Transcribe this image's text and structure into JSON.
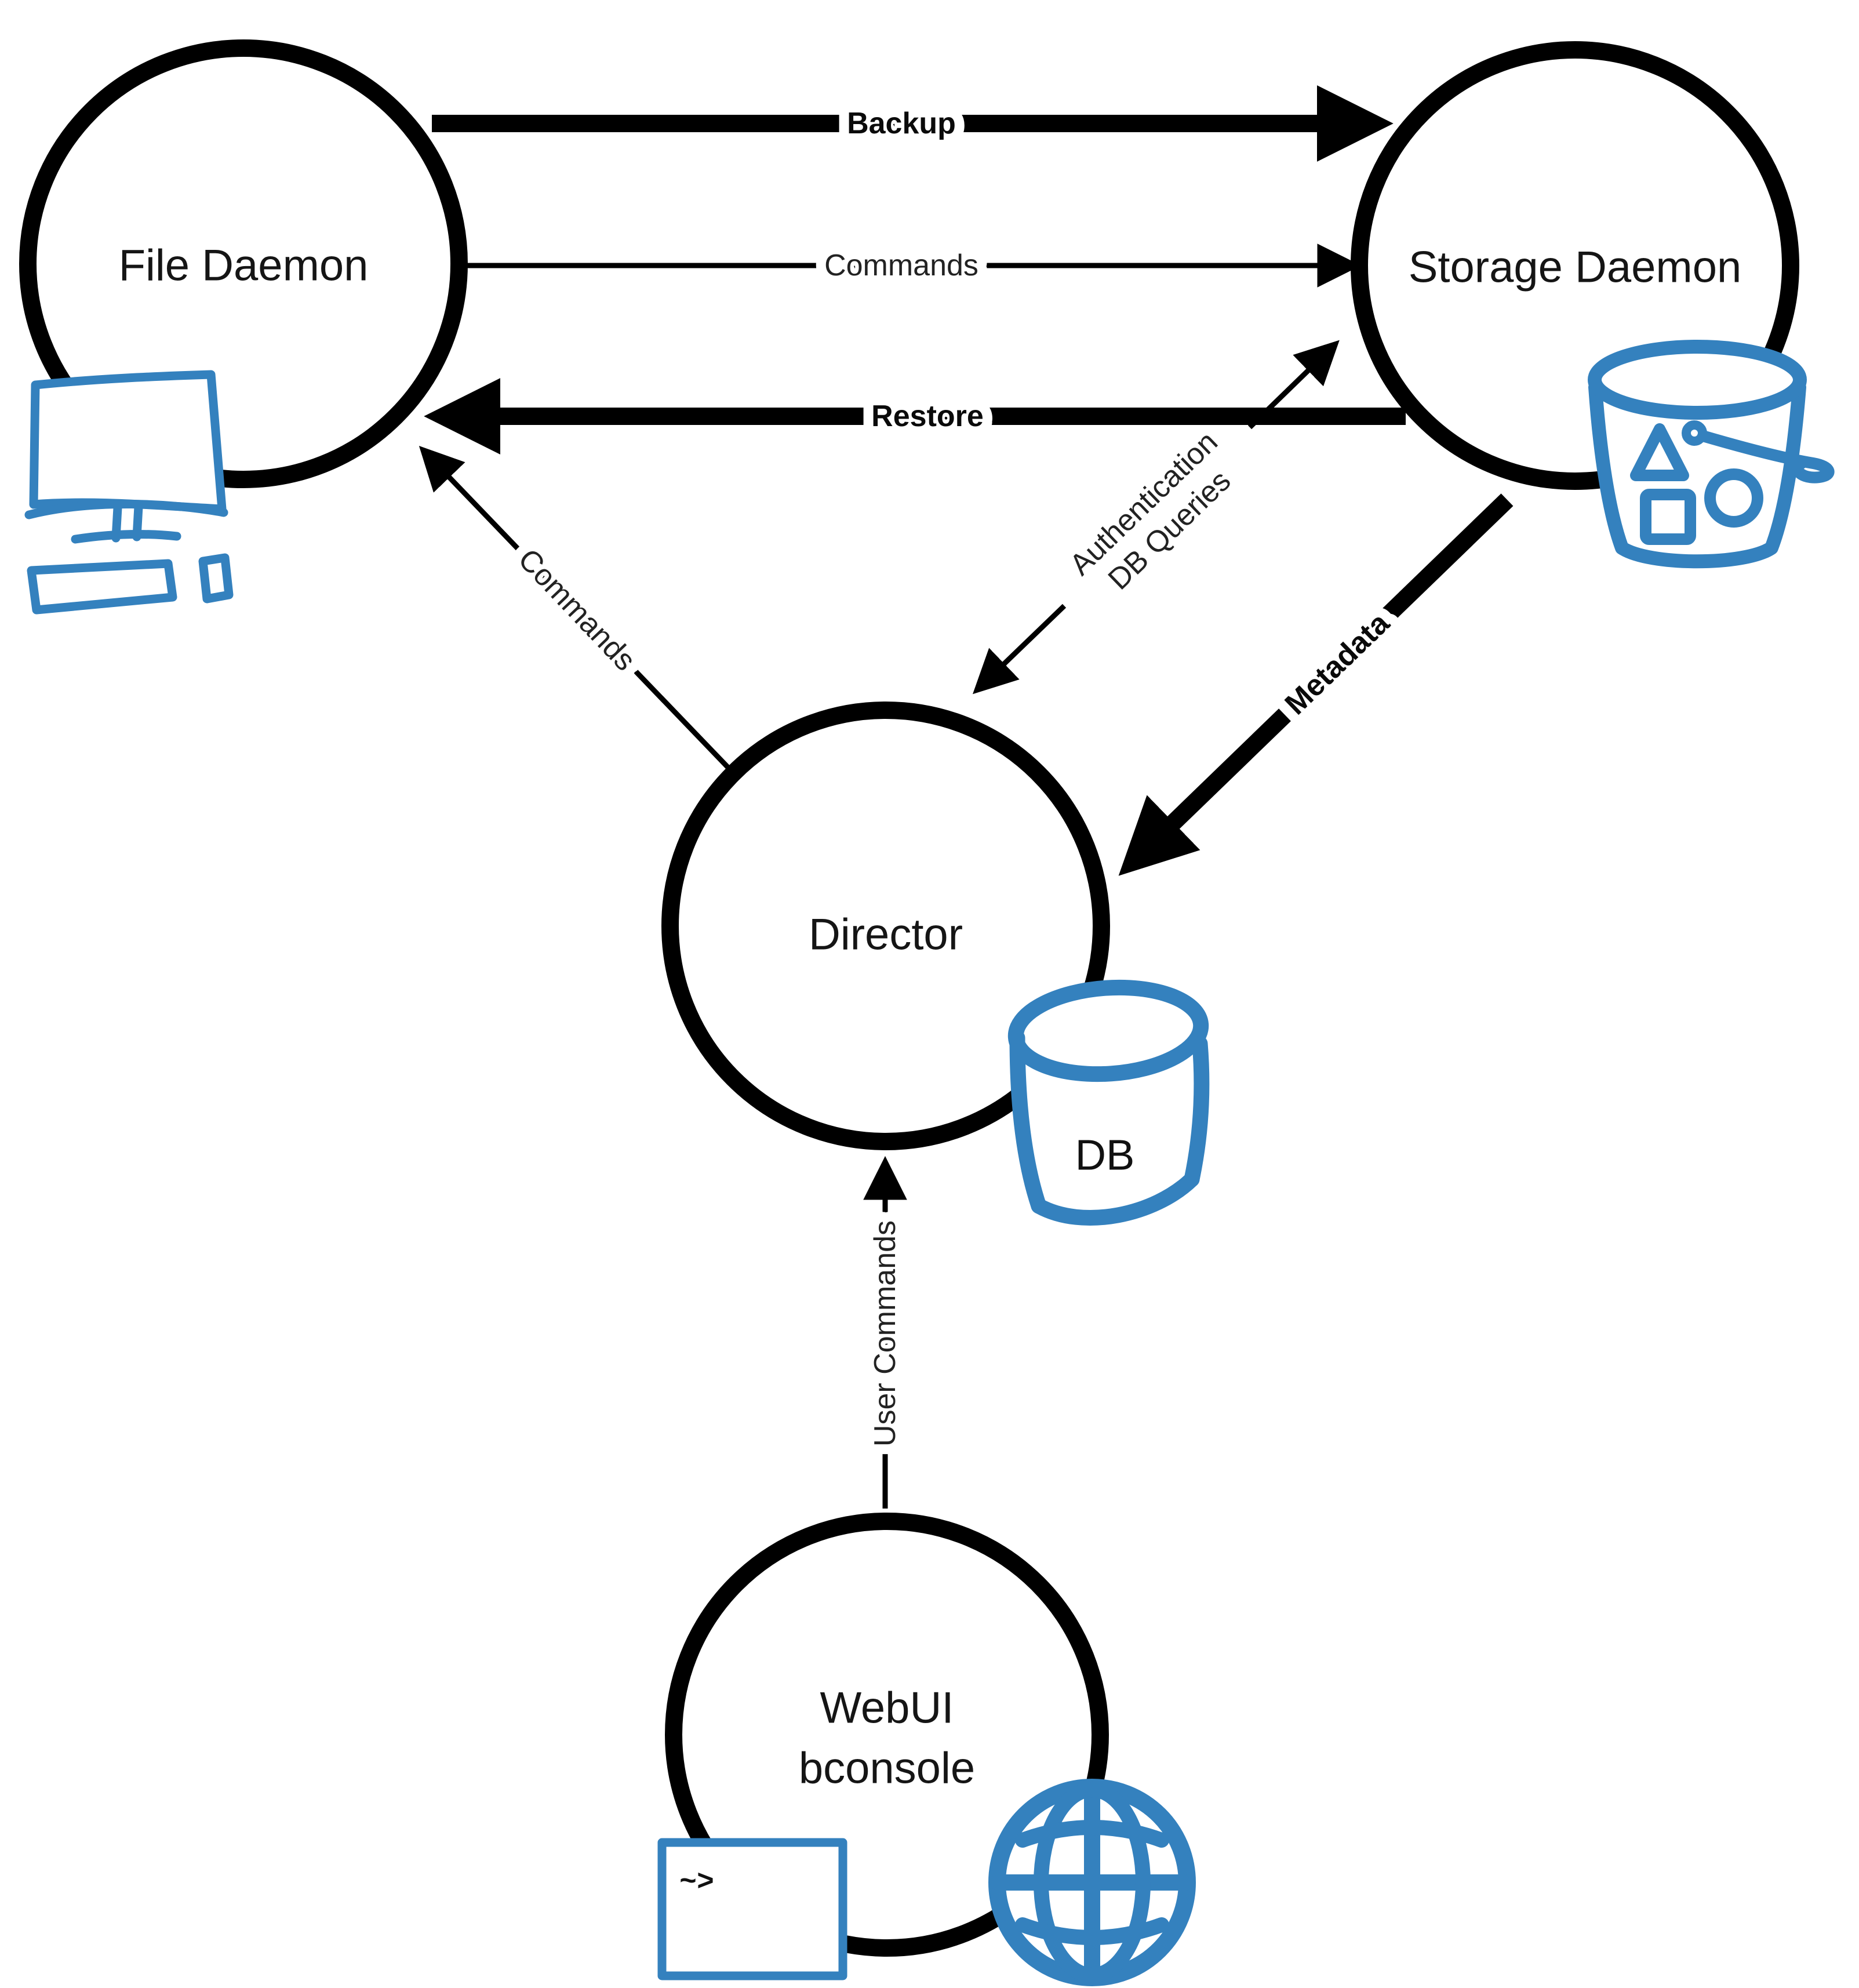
{
  "diagram": {
    "colors": {
      "background": "#ffffff",
      "line": "#000000",
      "icon_blue": "#3481be",
      "text": "#151515"
    }
  },
  "nodes": {
    "file_daemon": {
      "label": "File Daemon"
    },
    "storage_daemon": {
      "label": "Storage Daemon"
    },
    "director": {
      "label": "Director"
    },
    "webui": {
      "label_line1": "WebUI",
      "label_line2": "bconsole"
    }
  },
  "edges": {
    "backup": {
      "label": "Backup"
    },
    "commands_fd_sd": {
      "label": "Commands"
    },
    "restore": {
      "label": "Restore"
    },
    "commands_dir_fd": {
      "label": "Commands"
    },
    "auth": {
      "label_line1": "Authentication",
      "label_line2": "DB Queries"
    },
    "metadata": {
      "label": "Metadata"
    },
    "user_commands": {
      "label": "User Commands"
    }
  },
  "icons": {
    "computer": {
      "name": "computer-icon"
    },
    "bucket": {
      "name": "bucket-icon"
    },
    "database": {
      "name": "database-icon",
      "label": "DB"
    },
    "terminal": {
      "name": "terminal-icon",
      "prompt": "~>"
    },
    "globe": {
      "name": "globe-icon"
    }
  }
}
